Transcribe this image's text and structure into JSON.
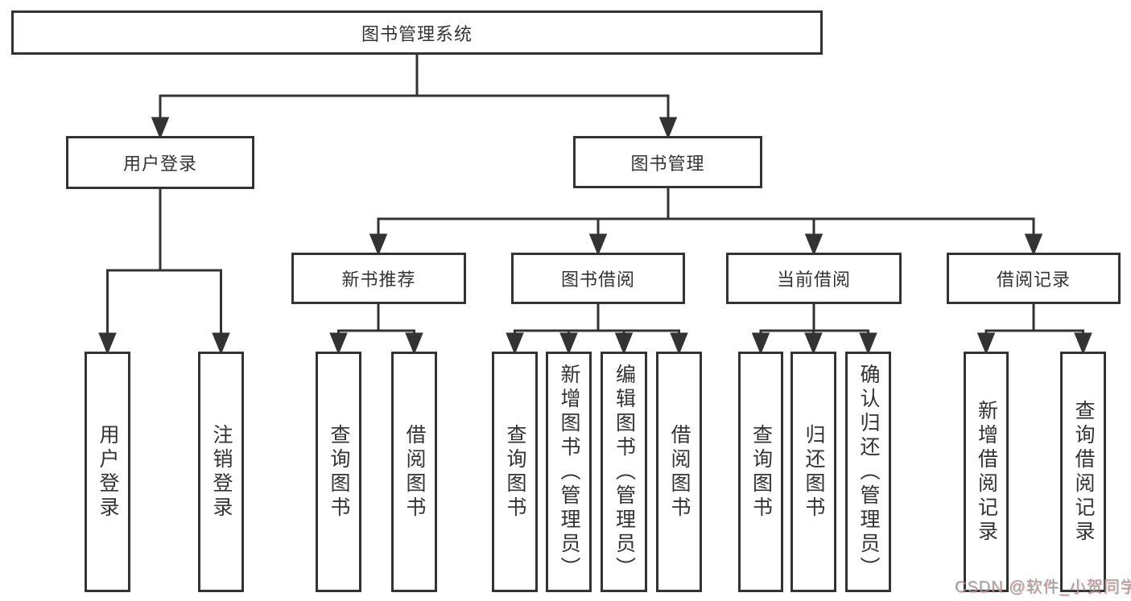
{
  "tree": {
    "label": "图书管理系统",
    "children": [
      {
        "label": "用户登录",
        "children": [
          {
            "label": "用户登录"
          },
          {
            "label": "注销登录"
          }
        ]
      },
      {
        "label": "图书管理",
        "children": [
          {
            "label": "新书推荐",
            "children": [
              {
                "label": "查询图书"
              },
              {
                "label": "借阅图书"
              }
            ]
          },
          {
            "label": "图书借阅",
            "children": [
              {
                "label": "查询图书"
              },
              {
                "label": "新增图书（管理员）"
              },
              {
                "label": "编辑图书（管理员）"
              },
              {
                "label": "借阅图书"
              }
            ]
          },
          {
            "label": "当前借阅",
            "children": [
              {
                "label": "查询图书"
              },
              {
                "label": "归还图书"
              },
              {
                "label": "确认归还（管理员）"
              }
            ]
          },
          {
            "label": "借阅记录",
            "children": [
              {
                "label": "新增借阅记录"
              },
              {
                "label": "查询借阅记录"
              }
            ]
          }
        ]
      }
    ]
  },
  "watermark": {
    "text": "CSDN @软件_小贺同学"
  },
  "colors": {
    "line": "#333333",
    "text": "#333333",
    "background": "#ffffff",
    "watermark": "#9a9a9a"
  }
}
